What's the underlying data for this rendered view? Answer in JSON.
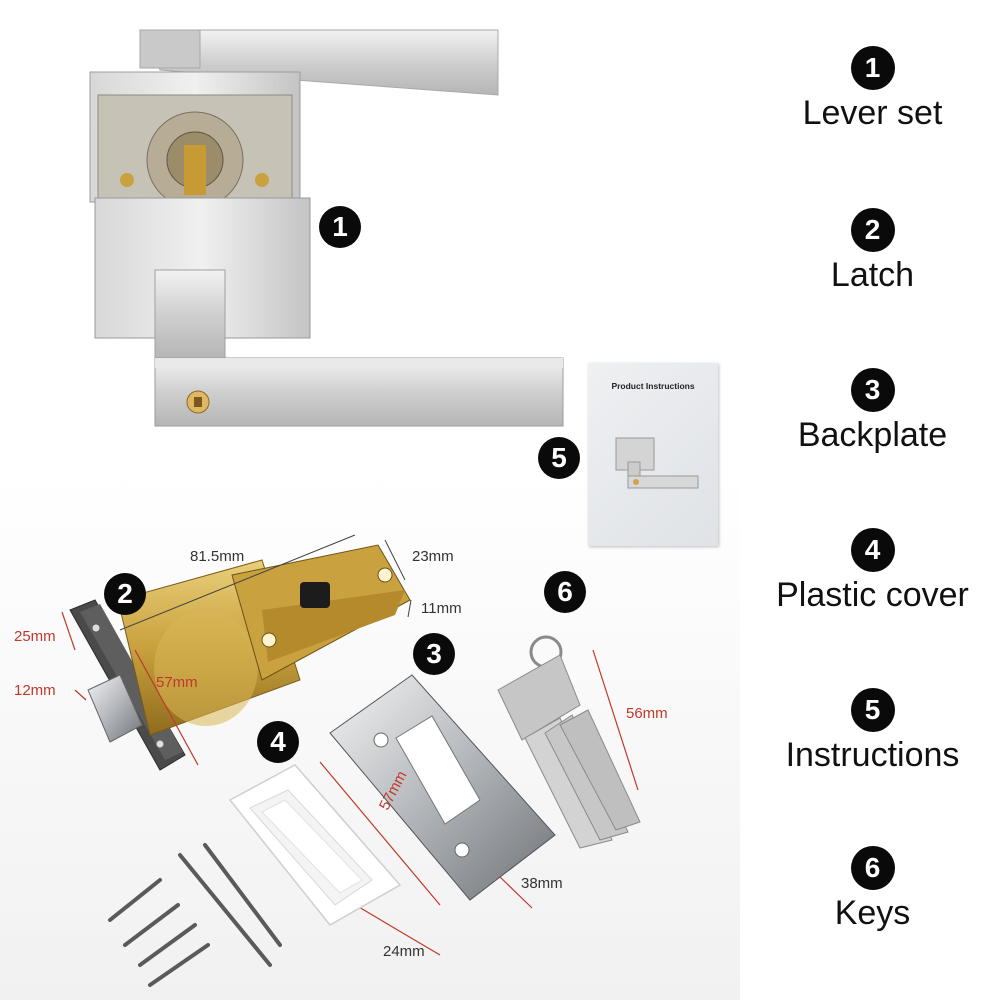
{
  "image_badges": {
    "lever": "1",
    "instructions": "5",
    "latch": "2",
    "keys": "6",
    "backplate": "3",
    "plastic_cover": "4"
  },
  "instructions_card": {
    "title": "Product Instructions"
  },
  "dimensions": {
    "latch_length": "81.5mm",
    "latch_height": "23mm",
    "latch_depth": "11mm",
    "faceplate_width": "25mm",
    "bolt_height": "12mm",
    "backset": "57mm",
    "key_length": "56mm",
    "backplate_height": "57mm",
    "backplate_width": "38mm",
    "cover_width": "24mm"
  },
  "legend": [
    {
      "number": "1",
      "label": "Lever set"
    },
    {
      "number": "2",
      "label": "Latch"
    },
    {
      "number": "3",
      "label": "Backplate"
    },
    {
      "number": "4",
      "label": "Plastic cover"
    },
    {
      "number": "5",
      "label": "Instructions"
    },
    {
      "number": "6",
      "label": "Keys"
    }
  ]
}
